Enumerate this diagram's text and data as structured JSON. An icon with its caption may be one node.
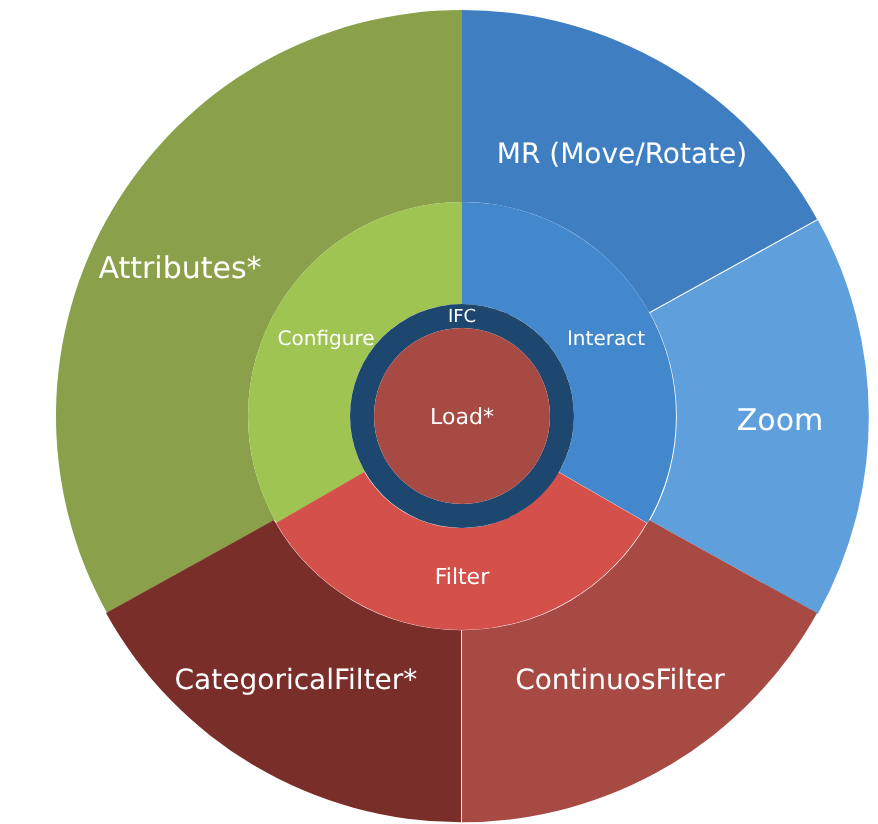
{
  "diagram": {
    "nodes": [
      {
        "text": [
          "IFC"
        ]
      },
      {
        "text": [
          "Load*"
        ],
        "in": 0
      },
      {
        "text": [
          "Configure"
        ]
      },
      {
        "text": [
          "Interact"
        ]
      },
      {
        "text": [
          "Filter"
        ]
      },
      {
        "text": [
          "Attributes*"
        ]
      },
      {
        "text": [
          "MR (Move/Rotate)"
        ]
      },
      {
        "text": [
          "Zoom"
        ]
      },
      {
        "text": [
          "CategoricalFilter*"
        ]
      },
      {
        "text": [
          "ContinuosFilter"
        ]
      }
    ]
  }
}
